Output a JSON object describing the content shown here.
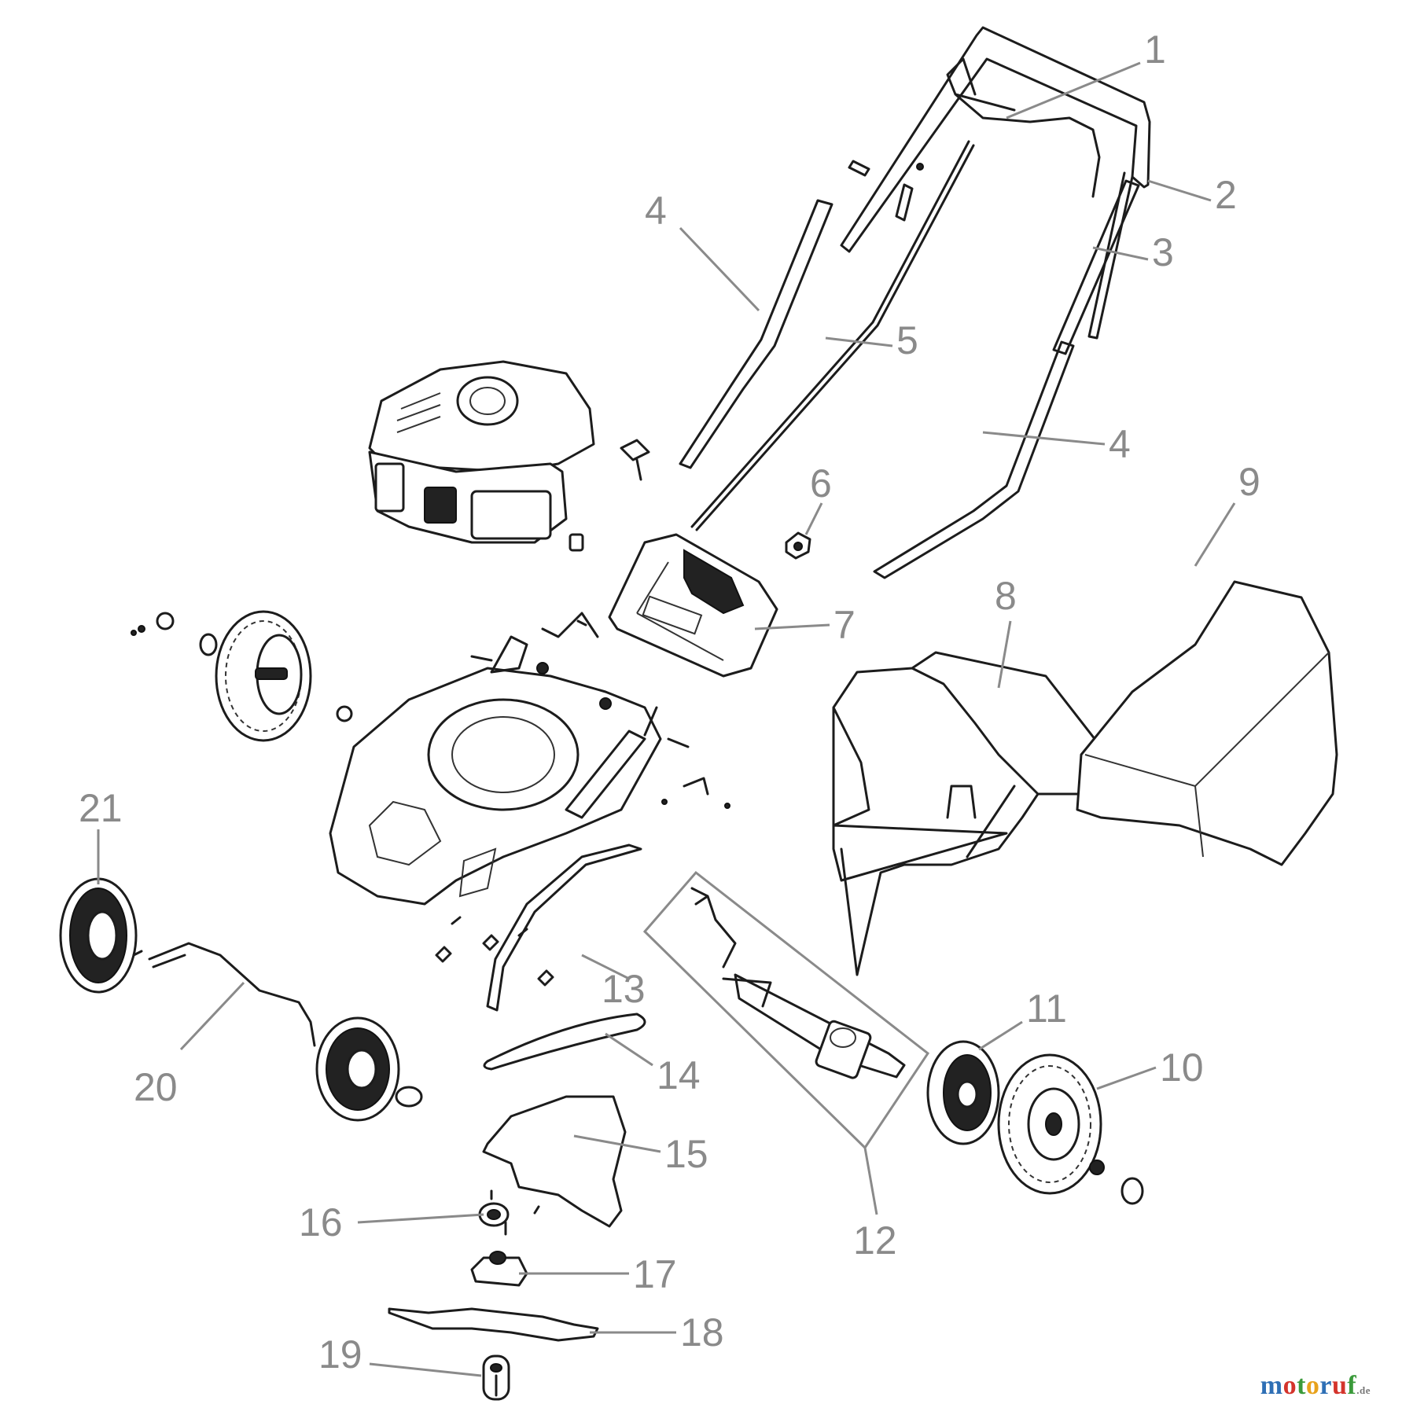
{
  "callouts": [
    {
      "id": "c1",
      "label": "1"
    },
    {
      "id": "c2",
      "label": "2"
    },
    {
      "id": "c3",
      "label": "3"
    },
    {
      "id": "c4a",
      "label": "4"
    },
    {
      "id": "c4b",
      "label": "4"
    },
    {
      "id": "c5",
      "label": "5"
    },
    {
      "id": "c6",
      "label": "6"
    },
    {
      "id": "c7",
      "label": "7"
    },
    {
      "id": "c8",
      "label": "8"
    },
    {
      "id": "c9",
      "label": "9"
    },
    {
      "id": "c10",
      "label": "10"
    },
    {
      "id": "c11",
      "label": "11"
    },
    {
      "id": "c12",
      "label": "12"
    },
    {
      "id": "c13",
      "label": "13"
    },
    {
      "id": "c14",
      "label": "14"
    },
    {
      "id": "c15",
      "label": "15"
    },
    {
      "id": "c16",
      "label": "16"
    },
    {
      "id": "c17",
      "label": "17"
    },
    {
      "id": "c18",
      "label": "18"
    },
    {
      "id": "c19",
      "label": "19"
    },
    {
      "id": "c20",
      "label": "20"
    },
    {
      "id": "c21",
      "label": "21"
    }
  ],
  "watermark": {
    "letters": [
      "m",
      "o",
      "t",
      "o",
      "r",
      "u",
      "f"
    ],
    "colors": [
      "#2e6fb5",
      "#d4342c",
      "#3a9a3a",
      "#e8a21c",
      "#2e6fb5",
      "#d4342c",
      "#3a9a3a"
    ],
    "tld": ".de"
  }
}
